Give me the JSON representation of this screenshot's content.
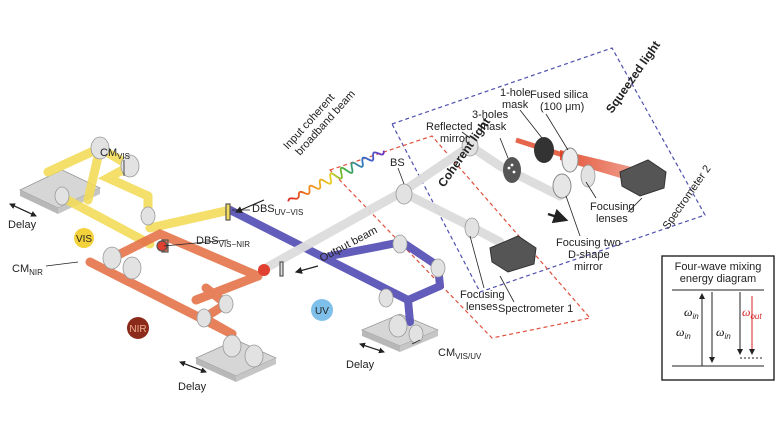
{
  "labels": {
    "input_beam_1": "Input coherent",
    "input_beam_2": "broadband beam",
    "cm": "CM",
    "sub_vis": "VIS",
    "sub_nir": "NIR",
    "sub_vis_uv": "VIS/UV",
    "dbs": "DBS",
    "sub_uv_vis": "UV−VIS",
    "sub_vis_nir": "VIS−NIR",
    "delay": "Delay",
    "bs": "BS",
    "reflected_mirror_1": "Reflected",
    "reflected_mirror_2": "mirror",
    "three_holes_1": "3-holes",
    "three_holes_2": "mask",
    "one_hole_1": "1-hole",
    "one_hole_2": "mask",
    "fused_silica_1": "Fused silica",
    "fused_silica_2": "(100 μm)",
    "output_beam": "Output beam",
    "focusing_1": "Focusing",
    "focusing_2": "lenses",
    "focusing_two_1": "Focusing two",
    "focusing_two_2": "D-shape",
    "focusing_two_3": "mirror",
    "spectrometer_1": "Spectrometer 1",
    "spectrometer_2": "Spectrometer 2",
    "squeezed_light": "Squeezed light",
    "coherent_light": "Coherent light"
  },
  "badges": {
    "vis": "VIS",
    "nir": "NIR",
    "uv": "UV"
  },
  "energy_diagram": {
    "title_1": "Four-wave mixing",
    "title_2": "energy diagram",
    "omega": "ω",
    "sub_in": "in",
    "sub_out": "out"
  },
  "colors": {
    "vis_beam": "#f2dc5a",
    "nir_beam": "#e4744a",
    "uv_beam": "#5a55b8",
    "white_beam": "#dcdcdc",
    "squeezed_box": "#5050b0",
    "coherent_box": "#e0503c",
    "vis_badge": "#f4d23c",
    "nir_badge": "#8b2a1a",
    "uv_badge": "#7fc0ea",
    "omega_out": "#d42020"
  }
}
